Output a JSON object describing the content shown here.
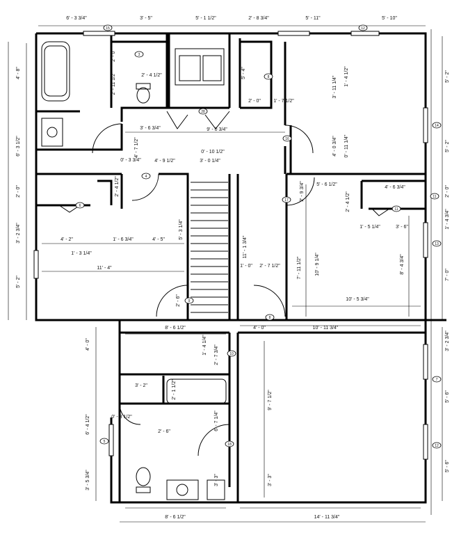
{
  "dimensions": {
    "top": [
      "6' - 3 3/4\"",
      "3' - 5\"",
      "5' - 1 1/2\"",
      "2' - 8 3/4\"",
      "5' - 11\"",
      "5' - 10\""
    ],
    "bottom": [
      "8' - 6 1/2\"",
      "14' - 11 3/4\""
    ],
    "left": [
      "4' - 8\"",
      "6' - 3 1/2\"",
      "2' - 0\"",
      "3' - 2 3/4\"",
      "5' - 2\"",
      "4' - 0\"",
      "6' - 4 1/2\"",
      "3' - 5 3/4\""
    ],
    "right": [
      "5' - 2\"",
      "5' - 2\"",
      "2' - 0\"",
      "1' - 4 3/4\"",
      "7' - 0\"",
      "3' - 2 3/4\"",
      "5' - 6\"",
      "5' - 6\""
    ],
    "interior": [
      "2' - 0\"",
      "2' - 11 1/2\"",
      "2' - 4 1/2\"",
      "3' - 6 3/4\"",
      "9' - 0 3/4\"",
      "5' - 4\"",
      "2' - 0\"",
      "1' - 7 1/2\"",
      "3' - 11 1/4\"",
      "1' - 4 1/2\"",
      "4' - 0 3/4\"",
      "0' - 11 1/4\"",
      "0' - 10 1/2\"",
      "3' - 0 1/4\"",
      "0' - 3 3/4\"",
      "4' - 9 1/2\"",
      "4' - 7 1/2\"",
      "2' - 4 1/2\"",
      "4' - 2\"",
      "1' - 6 3/4\"",
      "4' - 5\"",
      "1' - 3 1/4\"",
      "11' - 4\"",
      "5' - 3 1/4\"",
      "11' - 1 3/4\"",
      "1' - 0\"",
      "2' - 7 1/2\"",
      "2' - 6\"",
      "5' - 6 1/2\"",
      "2' - 9 3/4\"",
      "2' - 4 1/2\"",
      "4' - 6 3/4\"",
      "1' - 5 1/4\"",
      "3' - 6\"",
      "7' - 11 1/2\"",
      "10' - 9 1/4\"",
      "8' - 4 3/4\"",
      "10' - 5 3/4\"",
      "8' - 6 1/2\"",
      "4' - 0\"",
      "10' - 11 3/4\"",
      "1' - 4 1/4\"",
      "2' - 7 3/4\"",
      "3' - 2\"",
      "2' - 1 1/2\"",
      "0' - 3 1/2\"",
      "2' - 6\"",
      "6' - 7 1/4\"",
      "9' - 7 1/2\"",
      "3' - 3\"",
      "3' - 3\""
    ]
  },
  "tags": [
    "15",
    "3",
    "28",
    "16",
    "8",
    "4",
    "17",
    "12",
    "14",
    "6",
    "13",
    "11",
    "9",
    "8",
    "7",
    "10",
    "18",
    "5",
    "12",
    "11"
  ]
}
